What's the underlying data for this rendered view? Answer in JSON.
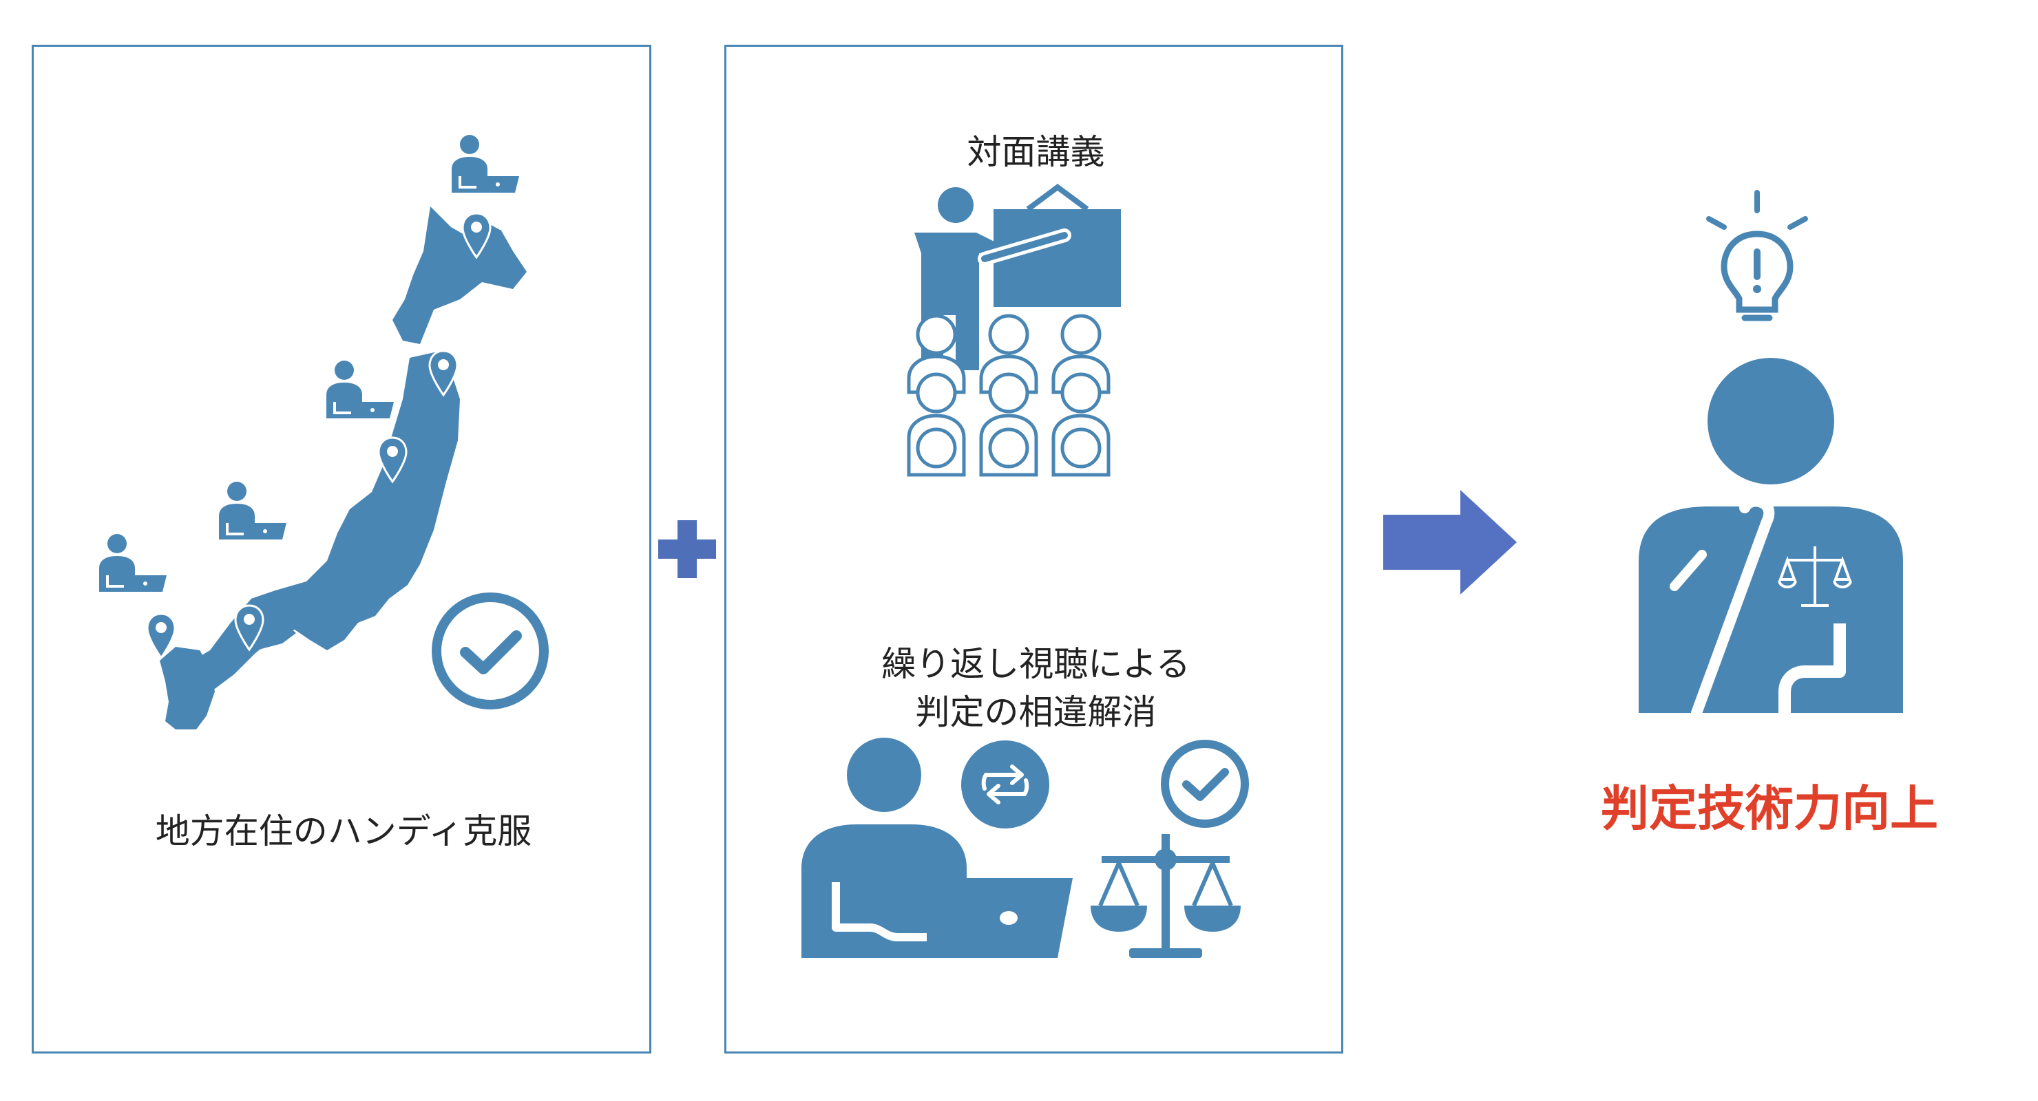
{
  "left_panel": {
    "caption": "地方在住のハンディ克服"
  },
  "middle_panel": {
    "title": "対面講義",
    "caption_line1": "繰り返し視聴による",
    "caption_line2": "判定の相違解消"
  },
  "result": {
    "label": "判定技術力向上"
  },
  "colors": {
    "icon_blue": "#4a86b4",
    "plus_blue": "#4f6fb8",
    "arrow_blue": "#5471c2",
    "result_red": "#e0402a"
  },
  "icons": {
    "left": [
      "japan-map-icon",
      "location-pin-icon",
      "remote-worker-icon",
      "checkmark-circle-icon"
    ],
    "middle": [
      "presenter-icon",
      "audience-icon",
      "laptop-user-icon",
      "refresh-icon",
      "scales-icon",
      "checkmark-circle-icon"
    ],
    "connectors": [
      "plus-icon",
      "right-arrow-icon"
    ],
    "result": [
      "lightbulb-icon",
      "judge-person-icon"
    ]
  }
}
